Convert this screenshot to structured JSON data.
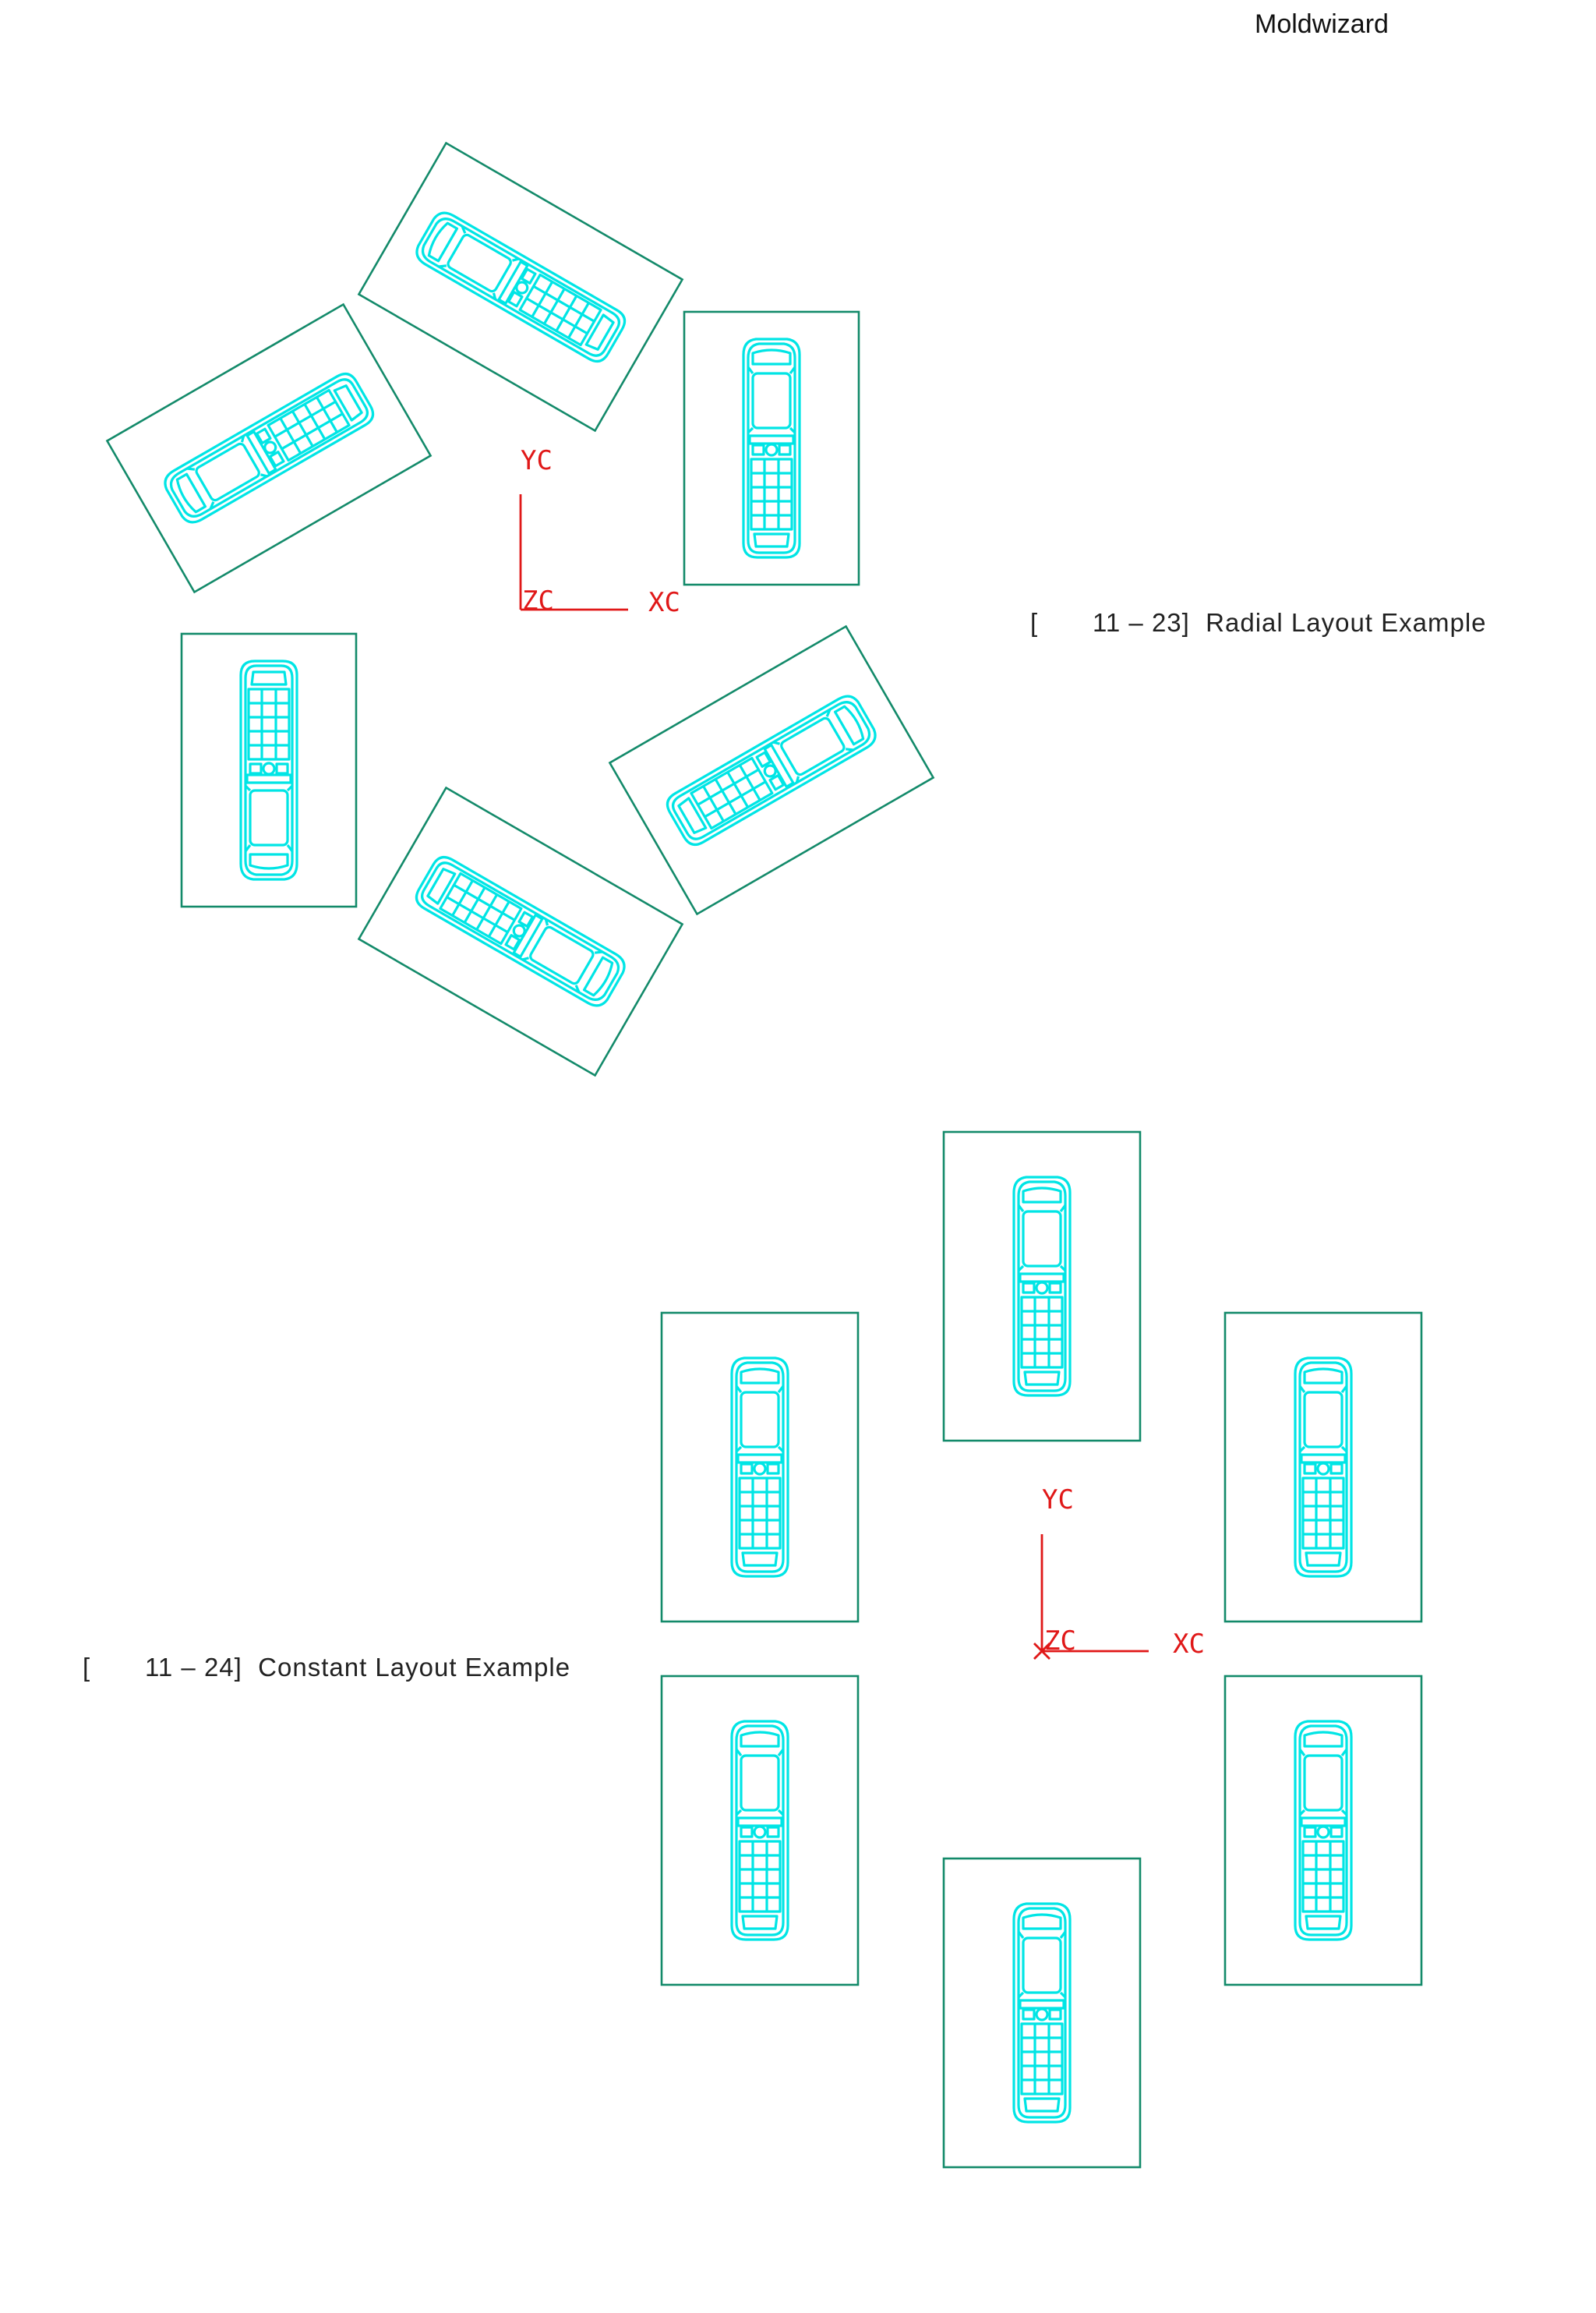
{
  "header": {
    "title": "Moldwizard"
  },
  "figures": [
    {
      "caption_bracket": "[",
      "caption_text": "11 – 23]  Radial Layout Example",
      "axes": {
        "y_label": "YC",
        "x_label": "XC",
        "z_label": "ZC"
      }
    },
    {
      "caption_bracket": "[",
      "caption_text": "11 – 24]  Constant Layout Example",
      "axes": {
        "y_label": "YC",
        "x_label": "XC",
        "z_label": "ZC"
      }
    }
  ],
  "colors": {
    "part_outline": "#00e5e5",
    "pocket_outline": "#138a6a",
    "wcs_axis": "#e01818",
    "text": "#222222"
  },
  "icons": {
    "phone": "mobile-phone-part-icon",
    "origin": "wcs-origin-icon"
  }
}
